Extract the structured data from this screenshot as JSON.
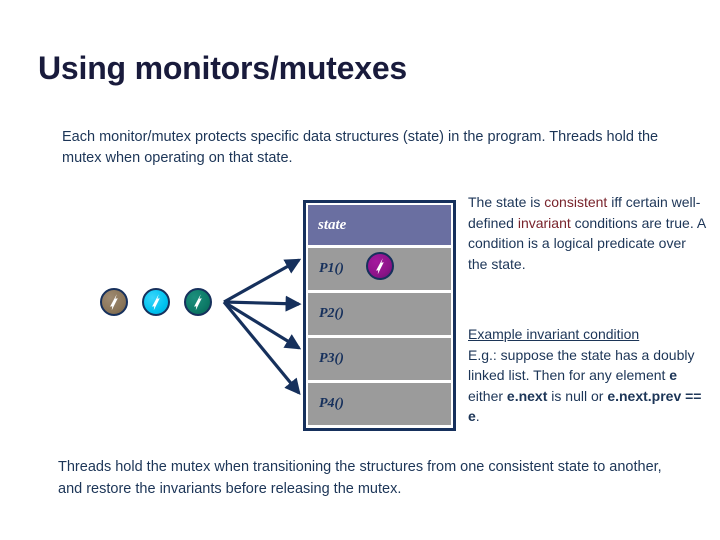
{
  "slide": {
    "title": "Using monitors/mutexes",
    "intro_paragraph": "Each monitor/mutex protects specific data structures (state) in the program.  Threads hold the mutex when operating on that state.",
    "closing_paragraph": "Threads hold the mutex when transitioning the structures from one consistent state to another, and restore the invariants before releasing the mutex.",
    "colors": {
      "title": "#191B3C",
      "body_text": "#1C3557",
      "highlight_red": "#78232B",
      "box_border": "#16305C",
      "state_header_fill": "#6A6FA1",
      "proc_row_fill": "#9B9B9B",
      "arrow": "#16305C"
    }
  },
  "state_box": {
    "header_label": "state",
    "rows": [
      {
        "label": "P1()"
      },
      {
        "label": "P2()"
      },
      {
        "label": "P3()"
      },
      {
        "label": "P4()"
      }
    ]
  },
  "tokens": [
    {
      "name": "thread-token-brown",
      "icon": "thread-bolt-icon",
      "color": "#8a7558"
    },
    {
      "name": "thread-token-cyan",
      "icon": "thread-bolt-icon",
      "color": "#00c2f0"
    },
    {
      "name": "thread-token-teal",
      "icon": "thread-bolt-icon",
      "color": "#0d7a67"
    },
    {
      "name": "thread-token-purple",
      "icon": "thread-bolt-icon",
      "color": "#8c1388"
    }
  ],
  "right_note_top": {
    "seg1": "The state is ",
    "seg2_red": "consistent",
    "seg3": " iff certain well-defined ",
    "seg4_red": "invariant",
    "seg5": " conditions are true.  A condition is a logical predicate over the state."
  },
  "right_note_bottom": {
    "heading": "Example invariant condition",
    "seg1": "E.g.: suppose the state has a doubly linked list.  Then for any element ",
    "seg2_bold": "e",
    "seg3": " either ",
    "seg4_bold": "e.next",
    "seg5": " is null or ",
    "seg6_bold": "e.next.prev == e",
    "seg7": "."
  }
}
